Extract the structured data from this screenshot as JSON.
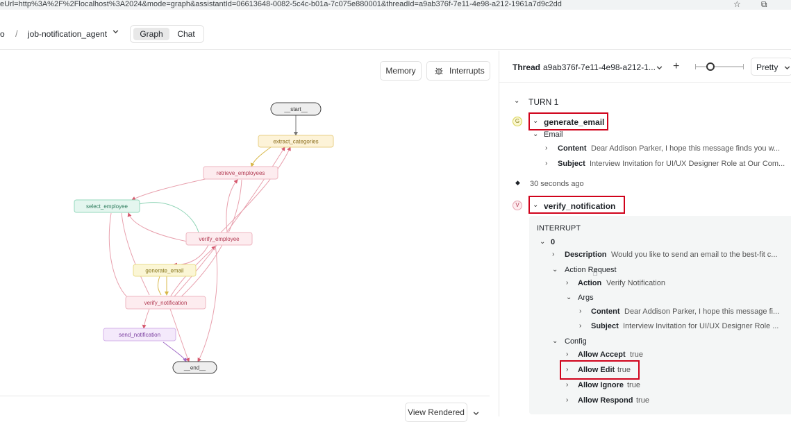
{
  "browser": {
    "url": "eUrl=http%3A%2F%2Flocalhost%3A2024&mode=graph&assistantId=06613648-0082-5c4c-b01a-7c075e880001&threadId=a9ab376f-7e11-4e98-a212-1961a7d9c2dd"
  },
  "header": {
    "crumb_root": "o",
    "separator": "/",
    "agent_name": "job-notification_agent",
    "tabs": [
      {
        "label": "Graph",
        "active": true
      },
      {
        "label": "Chat",
        "active": false
      }
    ]
  },
  "graph_panel": {
    "memory_label": "Memory",
    "interrupts_label": "Interrupts",
    "view_rendered_label": "View Rendered",
    "nodes": {
      "start": "__start__",
      "extract_categories": "extract_categories",
      "retrieve_employees": "retrieve_employees",
      "select_employee": "select_employee",
      "verify_employee": "verify_employee",
      "generate_email": "generate_email",
      "verify_notification": "verify_notification",
      "send_notification": "send_notification",
      "end": "__end__"
    }
  },
  "thread_panel": {
    "thread_label": "Thread",
    "thread_id": "a9ab376f-7e11-4e98-a212-1...",
    "view_mode": "Pretty",
    "turn_label": "TURN 1",
    "step1": {
      "badge": "G",
      "node": "generate_email",
      "group": "Email",
      "content_key": "Content",
      "content_val": "Dear Addison Parker, I hope this message finds you w...",
      "subject_key": "Subject",
      "subject_val": "Interview Invitation for UI/UX Designer Role at Our Com..."
    },
    "timestamp": "30 seconds ago",
    "step2": {
      "badge": "V",
      "node": "verify_notification",
      "interrupt_label": "INTERRUPT",
      "index": "0",
      "description_key": "Description",
      "description_val": "Would you like to send an email to the best-fit c...",
      "action_request": "Action Request",
      "action_key": "Action",
      "action_val": "Verify Notification",
      "args": "Args",
      "args_content_key": "Content",
      "args_content_val": "Dear Addison Parker, I hope this message fi...",
      "args_subject_key": "Subject",
      "args_subject_val": "Interview Invitation for UI/UX Designer Role ...",
      "config": "Config",
      "allow_accept_key": "Allow Accept",
      "allow_accept_val": "true",
      "allow_edit_key": "Allow Edit",
      "allow_edit_val": "true",
      "allow_ignore_key": "Allow Ignore",
      "allow_ignore_val": "true",
      "allow_respond_key": "Allow Respond",
      "allow_respond_val": "true"
    }
  },
  "colors": {
    "highlight": "#d0021b",
    "start_node": "#e6e6e6",
    "extract_node": "#fdf3d8",
    "retrieve_node": "#fdecef",
    "select_node": "#e4f6ef",
    "verify_employee_node": "#fdecef",
    "generate_node": "#fbf6d5",
    "verify_notification_node": "#fdecef",
    "send_node": "#f4e9fb"
  }
}
